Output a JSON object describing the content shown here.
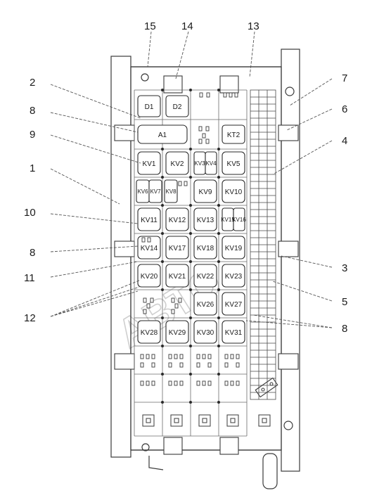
{
  "callouts": {
    "left": [
      "2",
      "8",
      "9",
      "1",
      "10",
      "8",
      "11",
      "12"
    ],
    "right": [
      "7",
      "6",
      "4",
      "3",
      "5",
      "8"
    ],
    "top": [
      "15",
      "14",
      "13"
    ]
  },
  "components": {
    "d1": "D1",
    "d2": "D2",
    "a1": "A1",
    "kt2": "KT2"
  },
  "relays": {
    "kv1": "KV1",
    "kv2": "KV2",
    "kv3": "KV3",
    "kv4": "KV4",
    "kv5": "KV5",
    "kv6": "KV6",
    "kv7": "KV7",
    "kv8": "KV8",
    "kv9": "KV9",
    "kv10": "KV10",
    "kv11": "KV11",
    "kv12": "KV12",
    "kv13": "KV13",
    "kv14": "KV14",
    "kv15": "KV15",
    "kv16": "KV16",
    "kv17": "KV17",
    "kv18": "KV18",
    "kv19": "KV19",
    "kv20": "KV20",
    "kv21": "KV21",
    "kv22": "KV22",
    "kv23": "KV23",
    "kv26": "KV26",
    "kv27": "KV27",
    "kv28": "KV28",
    "kv29": "KV29",
    "kv30": "KV30",
    "kv31": "KV31"
  },
  "watermark": "АВТО"
}
